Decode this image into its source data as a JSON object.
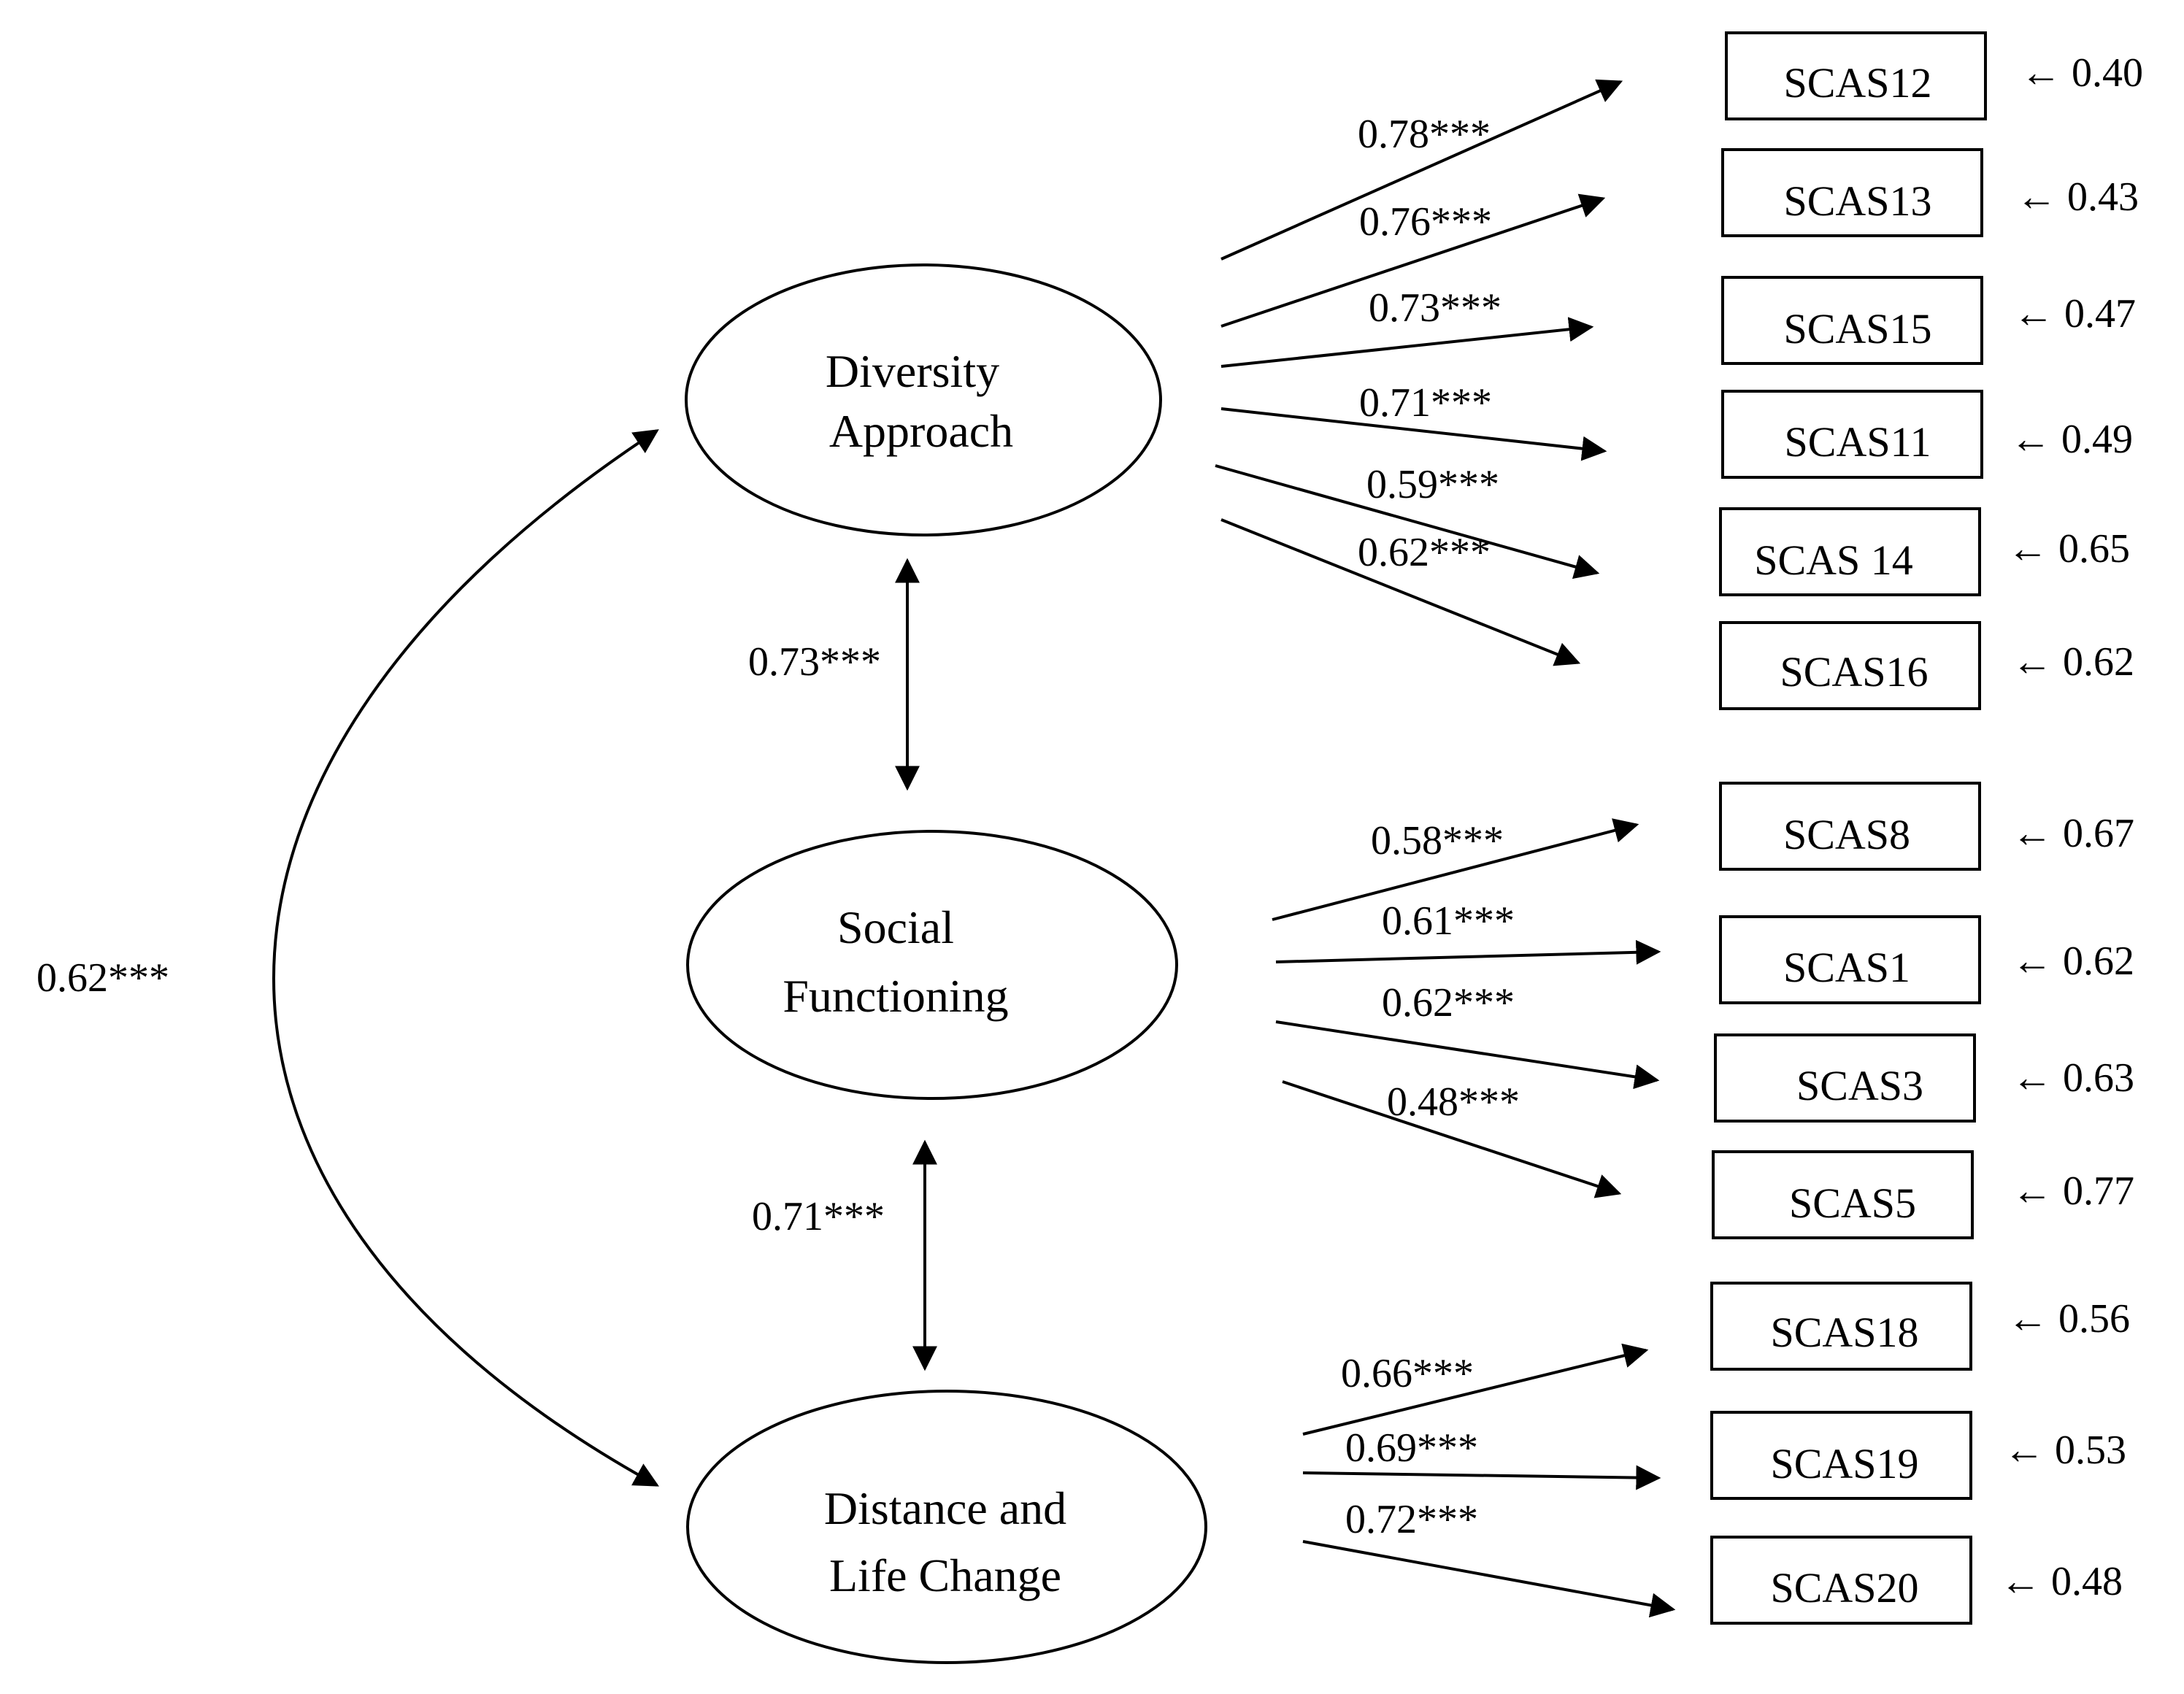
{
  "factors": [
    {
      "id": "diversity",
      "lines": [
        "Diversity",
        "Approach"
      ]
    },
    {
      "id": "social",
      "lines": [
        "Social",
        "Functioning"
      ]
    },
    {
      "id": "distance",
      "lines": [
        "Distance and",
        "Life Change"
      ]
    }
  ],
  "items": [
    {
      "label": "SCAS12",
      "factor": "diversity",
      "loading": "0.78***",
      "error": "← 0.40"
    },
    {
      "label": "SCAS13",
      "factor": "diversity",
      "loading": "0.76***",
      "error": "←  0.43"
    },
    {
      "label": "SCAS15",
      "factor": "diversity",
      "loading": "0.73***",
      "error": "←  0.47"
    },
    {
      "label": "SCAS11",
      "factor": "diversity",
      "loading": "0.71***",
      "error": "← 0.49"
    },
    {
      "label": "SCAS 14",
      "factor": "diversity",
      "loading": "0.59***",
      "error": "← 0.65"
    },
    {
      "label": "SCAS16",
      "factor": "diversity",
      "loading": "0.62***",
      "error": "← 0.62"
    },
    {
      "label": "SCAS8",
      "factor": "social",
      "loading": "0.58***",
      "error": "← 0.67"
    },
    {
      "label": "SCAS1",
      "factor": "social",
      "loading": "0.61***",
      "error": "← 0.62"
    },
    {
      "label": "SCAS3",
      "factor": "social",
      "loading": "0.62***",
      "error": "← 0.63"
    },
    {
      "label": "SCAS5",
      "factor": "social",
      "loading": "0.48***",
      "error": "← 0.77"
    },
    {
      "label": "SCAS18",
      "factor": "distance",
      "loading": "0.66***",
      "error": "← 0.56"
    },
    {
      "label": "SCAS19",
      "factor": "distance",
      "loading": "0.69***",
      "error": "← 0.53"
    },
    {
      "label": "SCAS20",
      "factor": "distance",
      "loading": "0.72***",
      "error": "← 0.48"
    }
  ],
  "correlations": [
    {
      "from": "diversity",
      "to": "social",
      "value": "0.73***"
    },
    {
      "from": "social",
      "to": "distance",
      "value": "0.71***"
    },
    {
      "from": "diversity",
      "to": "distance",
      "value": "0.62***"
    }
  ]
}
